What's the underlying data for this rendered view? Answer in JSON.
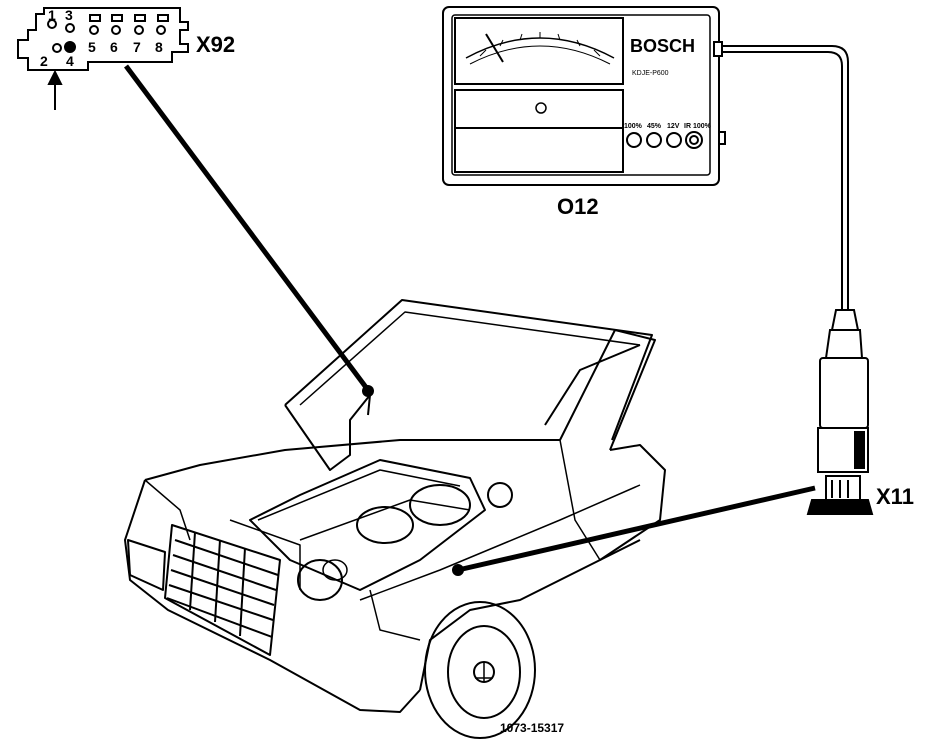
{
  "connector_x92": {
    "label": "X92",
    "pins": [
      "1",
      "2",
      "3",
      "4",
      "5",
      "6",
      "7",
      "8"
    ]
  },
  "tester_o12": {
    "label": "O12",
    "brand": "BOSCH",
    "model": "KDJE-P600",
    "buttons": [
      "100%",
      "45%",
      "12V",
      "IR 100%"
    ]
  },
  "connector_x11": {
    "label": "X11"
  },
  "figure_number": "1073-15317"
}
